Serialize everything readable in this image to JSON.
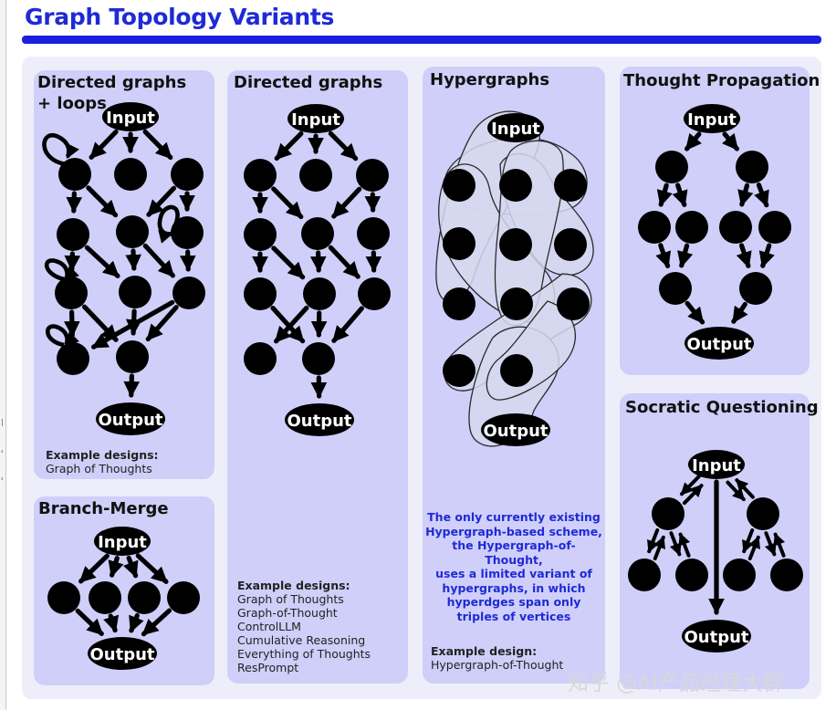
{
  "title": "Graph Topology Variants",
  "panels": {
    "directed_loops": {
      "title_line1": "Directed graphs",
      "title_line2": "+ loops",
      "input": "Input",
      "output": "Output",
      "example_heading": "Example designs:",
      "examples": [
        "Graph of Thoughts"
      ]
    },
    "directed": {
      "title": "Directed graphs",
      "input": "Input",
      "output": "Output",
      "example_heading": "Example designs:",
      "examples": [
        "Graph of Thoughts",
        "Graph-of-Thought",
        "ControlLLM",
        "Cumulative Reasoning",
        "Everything of Thoughts",
        "ResPrompt"
      ]
    },
    "hypergraphs": {
      "title": "Hypergraphs",
      "input": "Input",
      "output": "Output",
      "note": [
        "The only currently existing",
        "Hypergraph-based scheme,",
        "the Hypergraph-of-Thought,",
        "uses a limited variant of",
        "hypergraphs, in which",
        "hyperdges span only",
        "triples of vertices"
      ],
      "example_heading": "Example design:",
      "examples": [
        "Hypergraph-of-Thought"
      ]
    },
    "thought_propagation": {
      "title": "Thought Propagation",
      "input": "Input",
      "output": "Output"
    },
    "branch_merge": {
      "title": "Branch-Merge",
      "input": "Input",
      "output": "Output"
    },
    "socratic": {
      "title": "Socratic Questioning",
      "input": "Input",
      "output": "Output"
    }
  },
  "watermark": "知乎 @AI产品经理大群",
  "colors": {
    "title": "#1f2ad6",
    "rule": "#1a1ee0",
    "panel": "#cfcffa",
    "outer": "#eeeefb",
    "node": "#000000",
    "note": "#1f2ad6"
  }
}
